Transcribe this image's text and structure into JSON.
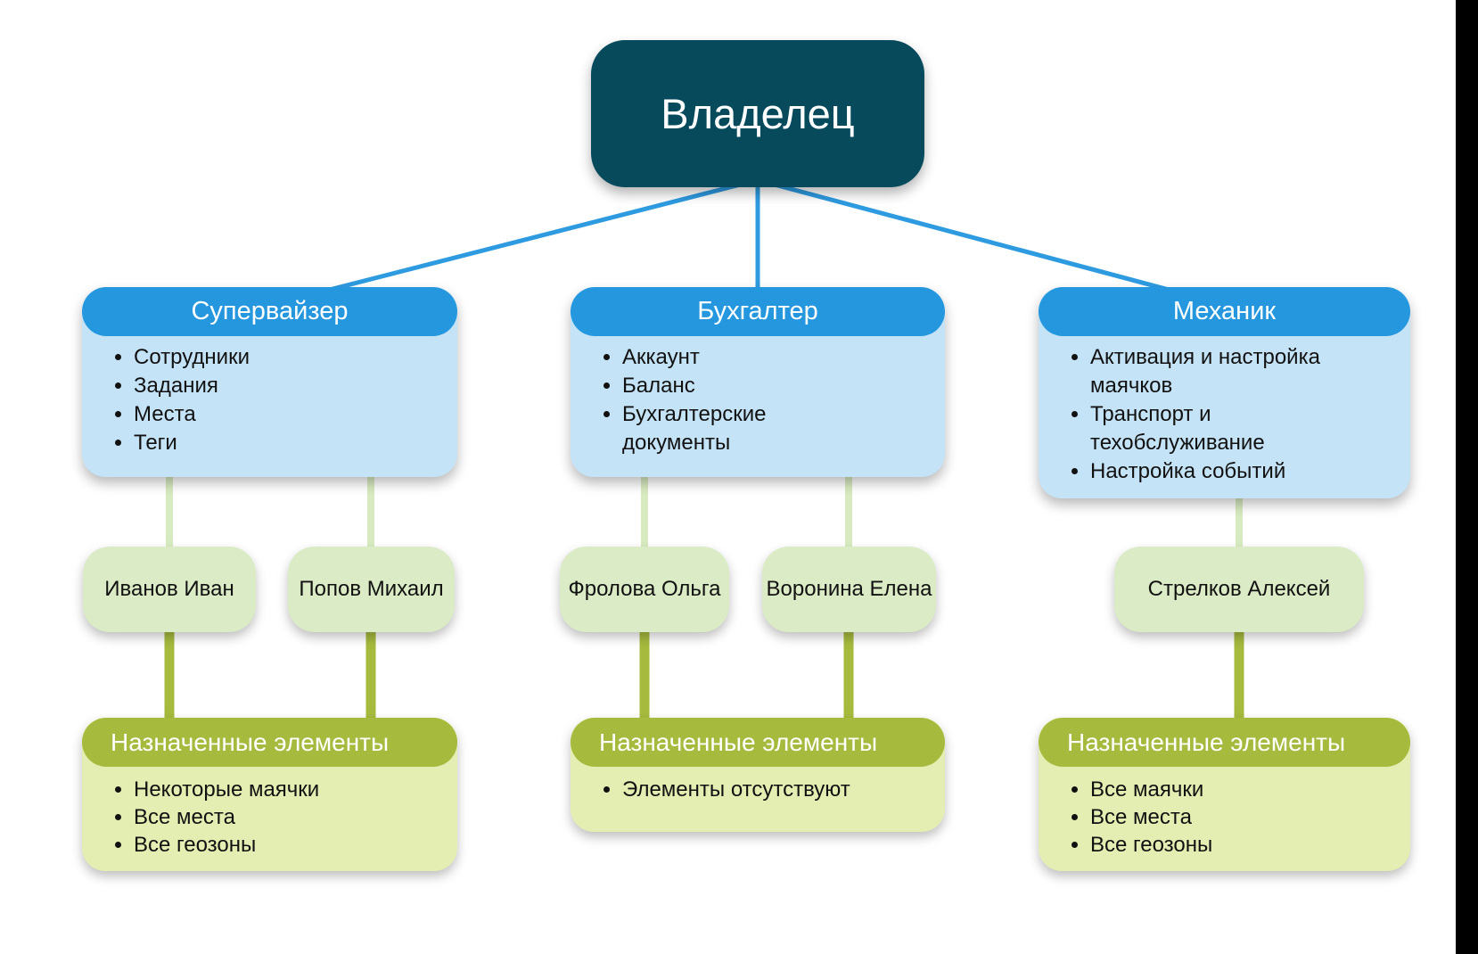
{
  "owner": {
    "label": "Владелец"
  },
  "roles": [
    {
      "title": "Супервайзер",
      "permissions": [
        "Сотрудники",
        "Задания",
        "Места",
        "Теги"
      ],
      "people": [
        {
          "name": "Иванов Иван"
        },
        {
          "name": "Попов Михаил"
        }
      ],
      "assigned": {
        "title": "Назначенные элементы",
        "items": [
          "Некоторые маячки",
          "Все места",
          "Все геозоны"
        ]
      }
    },
    {
      "title": "Бухгалтер",
      "permissions": [
        "Аккаунт",
        "Баланс",
        "Бухгалтерские документы"
      ],
      "people": [
        {
          "name": "Фролова Ольга"
        },
        {
          "name": "Воронина Елена"
        }
      ],
      "assigned": {
        "title": "Назначенные элементы",
        "items": [
          "Элементы отсутствуют"
        ]
      }
    },
    {
      "title": "Механик",
      "permissions": [
        "Активация и настройка маячков",
        "Транспорт и техобслуживание",
        "Настройка событий"
      ],
      "people": [
        {
          "name": "Стрелков Алексей"
        }
      ],
      "assigned": {
        "title": "Назначенные элементы",
        "items": [
          "Все маячки",
          "Все места",
          "Все геозоны"
        ]
      }
    }
  ],
  "colors": {
    "canvas_bg": "#ffffff",
    "right_strip": "#000000",
    "owner_box": "#074a5c",
    "role_header": "#2497de",
    "role_body": "#c5e3f6",
    "person_box": "#dbebc5",
    "assigned_header": "#a6ba3e",
    "assigned_body": "#e4eeb2",
    "owner_connector": "#2e9be0",
    "person_connector": "#d8eac0",
    "assigned_connector": "#a6ba3e",
    "text_on_dark": "#ffffff",
    "text_body": "#111111"
  }
}
